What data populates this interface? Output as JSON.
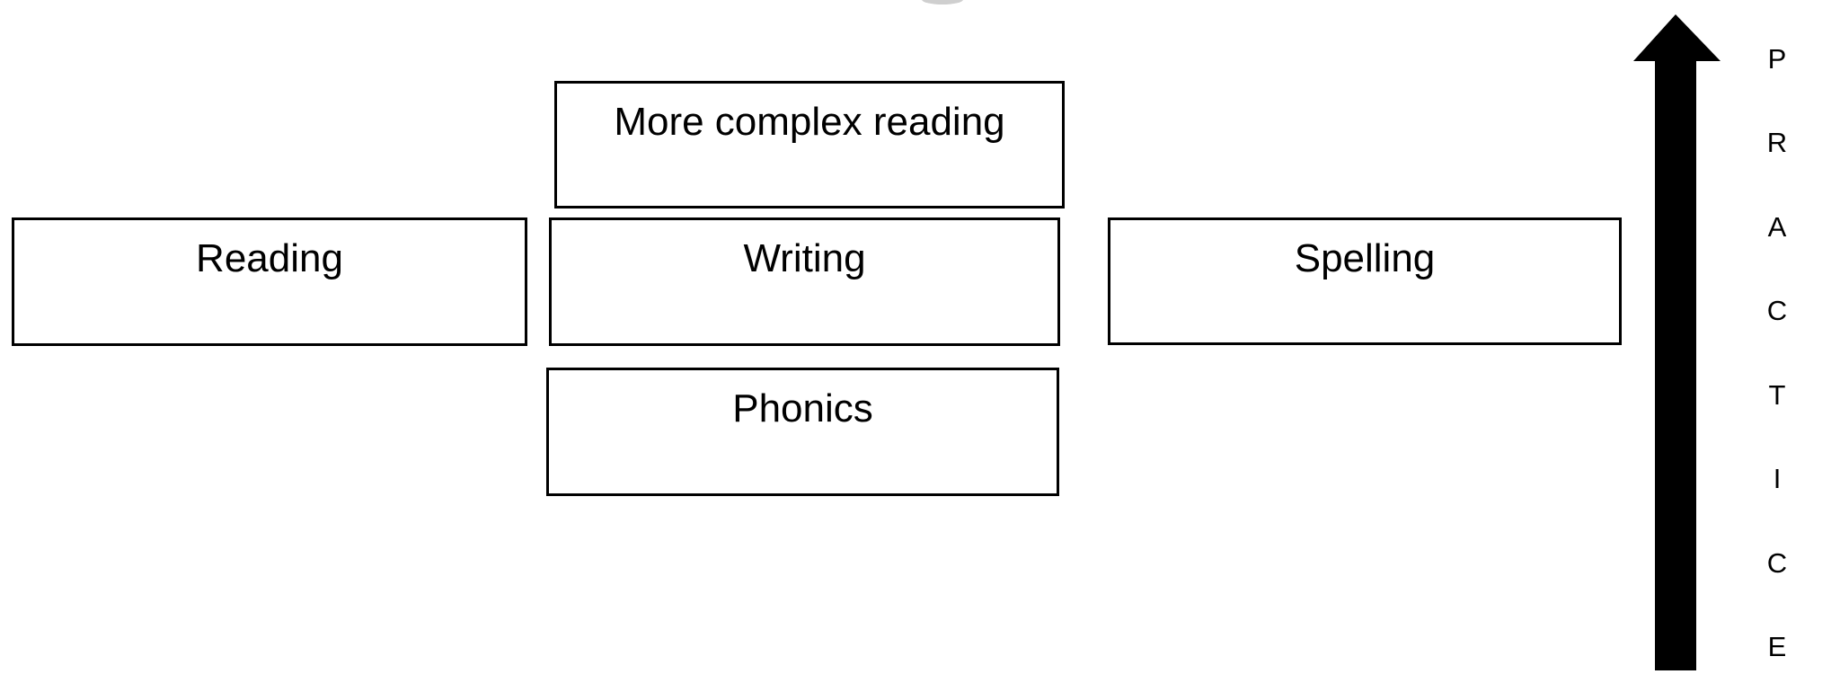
{
  "figure": {
    "background": "#ffffff",
    "boxes": {
      "top": {
        "label": "More complex reading"
      },
      "reading": {
        "label": "Reading"
      },
      "writing": {
        "label": "Writing"
      },
      "spelling": {
        "label": "Spelling"
      },
      "phonics": {
        "label": "Phonics"
      }
    },
    "practice_arrow": {
      "word": "PRACTICE",
      "letters": [
        "P",
        "R",
        "A",
        "C",
        "T",
        "I",
        "C",
        "E"
      ],
      "direction": "up",
      "arrow_color": "#000000"
    },
    "colors": {
      "box_border": "#000000",
      "text": "#000000",
      "box_fill": "#ffffff"
    }
  }
}
